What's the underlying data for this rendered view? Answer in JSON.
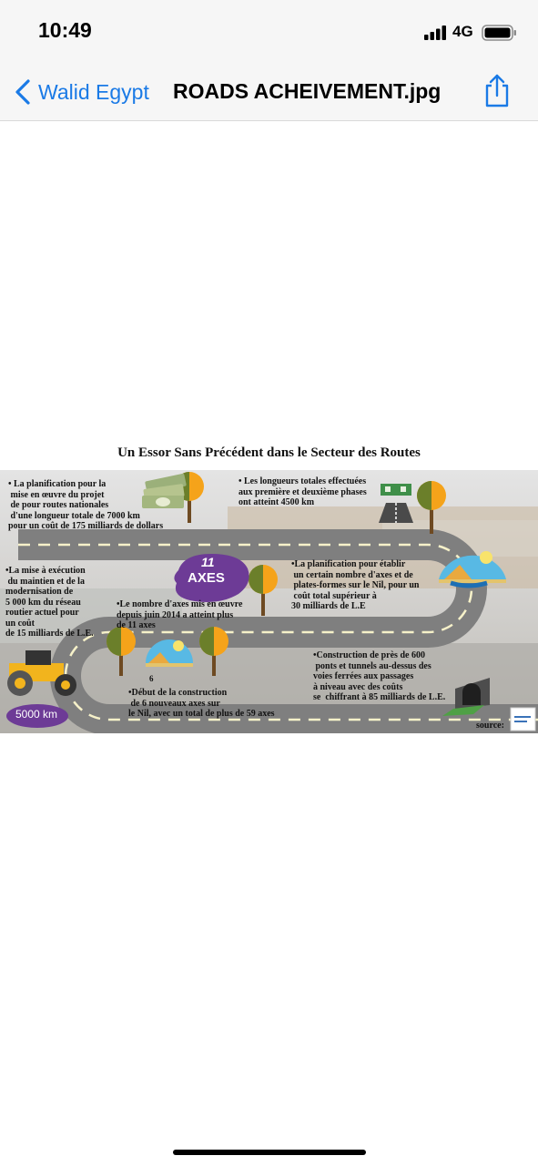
{
  "status_bar": {
    "time": "10:49",
    "network": "4G"
  },
  "nav": {
    "back_label": "Walid Egypt",
    "title": "ROADS ACHEIVEMENT.jpg"
  },
  "icons": {
    "back": "chevron-left-icon",
    "share": "share-icon",
    "signal": "signal-icon",
    "battery": "battery-icon"
  },
  "colors": {
    "accent": "#1a7ae6",
    "purple": "#6d3b96",
    "road": "#7f7f7f"
  },
  "infographic": {
    "title": "Un Essor Sans Précédent dans le Secteur des Routes",
    "badge_axes_number": "11",
    "badge_axes_word": "AXES",
    "badge_km": "5000 km",
    "small_sign": "6",
    "source": "source:",
    "t1": "• La planification pour la\n mise en œuvre du projet\n de pour routes nationales\n d'une longueur totale de 7000 km\npour un coût de 175 milliards de dollars",
    "t2": "• Les longueurs totales effectuées\naux première et deuxième phases\nont atteint 4500 km",
    "t3": "•La mise à exécution\n du maintien et de la\nmodernisation de\n5 000 km du réseau\nroutier actuel pour\nun coût\nde 15 milliards de L.E.",
    "t4": "•La planification pour établir\n un certain nombre d'axes et de\n plates-formes sur le Nil, pour un\n coût total supérieur à\n30 milliards de L.E",
    "t5": "•Le nombre d'axes mis en œuvre\ndepuis juin 2014 a atteint plus\nde 11 axes",
    "t6": "•Construction de près de 600\n ponts et tunnels au-dessus des\nvoies ferrées aux passages\nà niveau avec des coûts\nse  chiffrant à 85 milliards de L.E.",
    "t7": "•Début de la construction\n de 6 nouveaux axes sur\nle Nil, avec un total de plus de 59 axes"
  }
}
